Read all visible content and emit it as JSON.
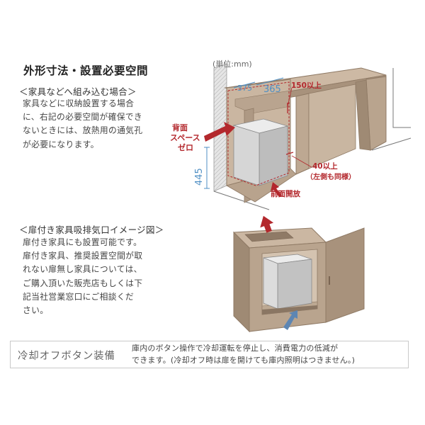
{
  "heading": "外形寸法・設置必要空間",
  "section1": {
    "subtitle": "＜家具などへ組み込む場合＞",
    "body": [
      "家具などに収納設置する場合",
      "に、右記の必要空間が確保でき",
      "ないときには、放熱用の通気孔",
      "が必要になります。"
    ]
  },
  "section2": {
    "subtitle": "＜扉付き家具吸排気口イメージ図＞",
    "body": [
      "扉付き家具にも設置可能です。",
      "扉付き家具、推奨設置空間が取",
      "れない扉無し家具については、",
      "ご購入頂いた販売店もしくは下",
      "記当社営業窓口にご相談くだ",
      "さい。"
    ]
  },
  "diagram1": {
    "unit_label": "(単位:mm)",
    "depth": "375",
    "width": "365",
    "height": "445",
    "top_clearance": "150以上",
    "back_space": [
      "背面",
      "スペース",
      "ゼロ"
    ],
    "side_clearance": [
      "40以上",
      "（左側も同様）"
    ],
    "front_open": "前面開放"
  },
  "cooling_off": {
    "title": "冷却オフボタン装備",
    "description": [
      "庫内のボタン操作で冷却運転を停止し、消費電力の低減が",
      "できます。(冷却オフ時は扉を開けても庫内照明はつきません。)"
    ]
  },
  "colors": {
    "wood": "#c8b5a0",
    "wood_dark": "#a08a74",
    "fridge": "#d2d2d2",
    "red_label": "#b3282d",
    "dimension": "#4f8fc4",
    "arrow_blue": "#5d86b3"
  }
}
